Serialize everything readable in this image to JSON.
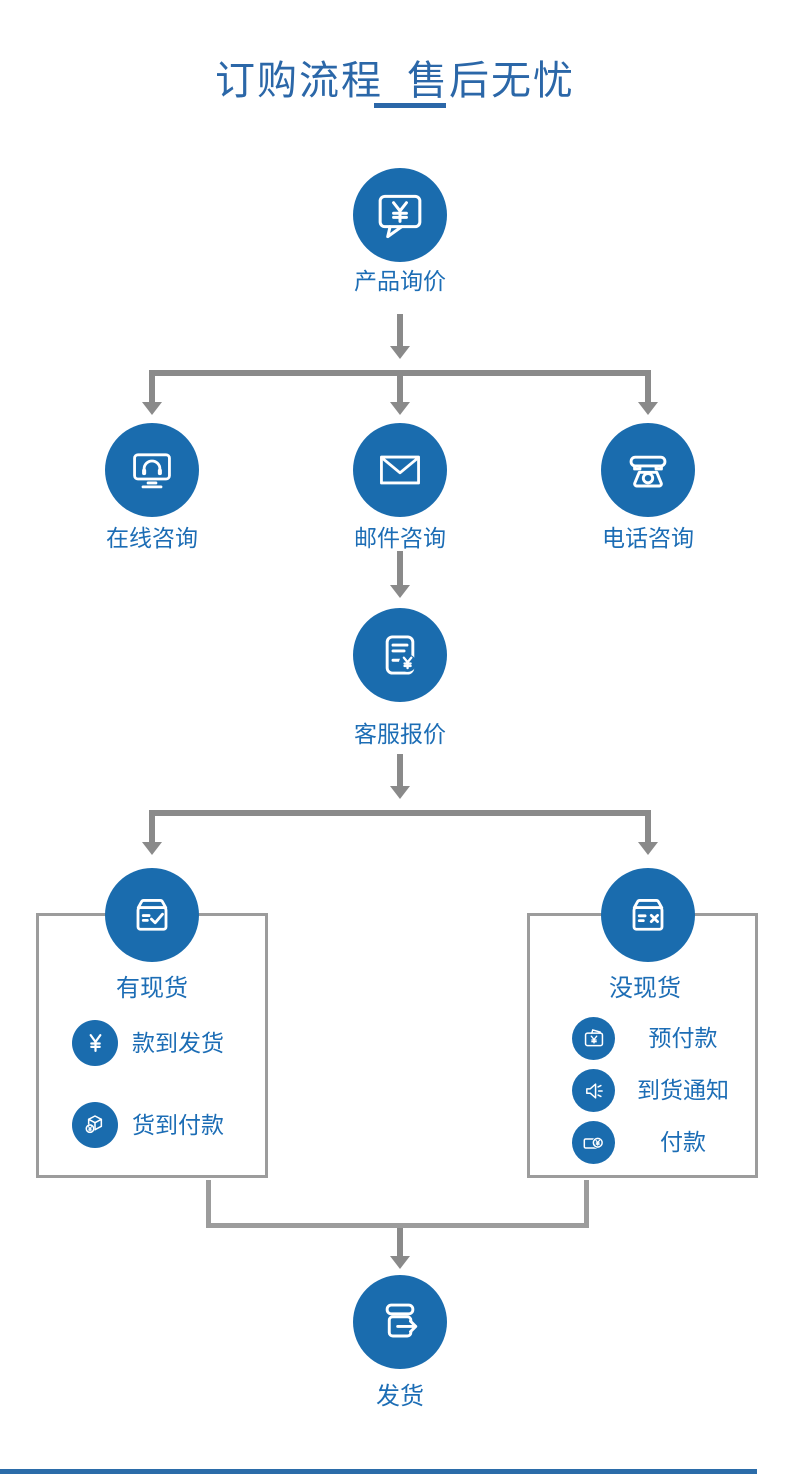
{
  "title": {
    "part1": "订购流程",
    "part2": "售后无忧"
  },
  "colors": {
    "accent_blue": "#1A6CAE",
    "label_blue": "#1C6DB5",
    "title_blue": "#2B67A8",
    "connector_gray": "#8A8A8A",
    "box_border_gray": "#9C9C9C"
  },
  "flow": {
    "inquiry": {
      "label": "产品询价",
      "icon": "chat-bubble-yen-icon"
    },
    "channels": [
      {
        "label": "在线咨询",
        "icon": "monitor-headset-icon"
      },
      {
        "label": "邮件咨询",
        "icon": "envelope-icon"
      },
      {
        "label": "电话咨询",
        "icon": "telephone-icon"
      }
    ],
    "quote": {
      "label": "客服报价",
      "icon": "document-yen-icon"
    },
    "in_stock": {
      "label": "有现货",
      "icon": "box-check-icon",
      "options": [
        {
          "label": "款到发货",
          "icon": "yen-icon"
        },
        {
          "label": "货到付款",
          "icon": "package-coin-icon"
        }
      ]
    },
    "out_of_stock": {
      "label": "没现货",
      "icon": "box-x-icon",
      "options": [
        {
          "label": "预付款",
          "icon": "wallet-yen-icon"
        },
        {
          "label": "到货通知",
          "icon": "loudspeaker-icon"
        },
        {
          "label": "付款",
          "icon": "card-coin-icon"
        }
      ]
    },
    "ship": {
      "label": "发货",
      "icon": "box-arrow-icon"
    }
  }
}
